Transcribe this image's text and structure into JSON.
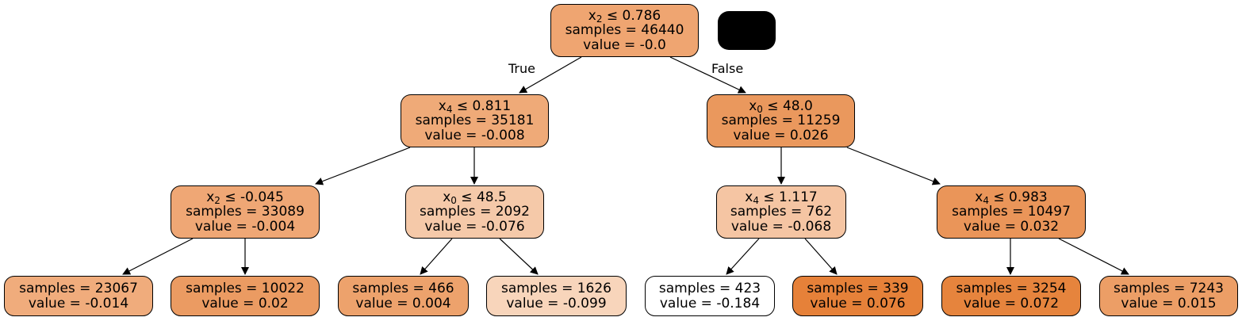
{
  "edge_labels": {
    "true_label": "True",
    "false_label": "False"
  },
  "nodes": [
    {
      "id": "n0",
      "feature": "x",
      "sub": "2",
      "op": "≤",
      "threshold": "0.786",
      "samples": "samples = 46440",
      "value": "value = -0.0",
      "fill": "#efa571"
    },
    {
      "id": "n1",
      "feature": "x",
      "sub": "4",
      "op": "≤",
      "threshold": "0.811",
      "samples": "samples = 35181",
      "value": "value = -0.008",
      "fill": "#efaa78"
    },
    {
      "id": "n2",
      "feature": "x",
      "sub": "0",
      "op": "≤",
      "threshold": "48.0",
      "samples": "samples = 11259",
      "value": "value = 0.026",
      "fill": "#ea985d"
    },
    {
      "id": "n3",
      "feature": "x",
      "sub": "2",
      "op": "≤",
      "threshold": "-0.045",
      "samples": "samples = 33089",
      "value": "value = -0.004",
      "fill": "#efa775"
    },
    {
      "id": "n4",
      "feature": "x",
      "sub": "0",
      "op": "≤",
      "threshold": "48.5",
      "samples": "samples = 2092",
      "value": "value = -0.076",
      "fill": "#f5c9a9"
    },
    {
      "id": "n5",
      "feature": "x",
      "sub": "4",
      "op": "≤",
      "threshold": "1.117",
      "samples": "samples = 762",
      "value": "value = -0.068",
      "fill": "#f5c5a3"
    },
    {
      "id": "n6",
      "feature": "x",
      "sub": "4",
      "op": "≤",
      "threshold": "0.983",
      "samples": "samples = 10497",
      "value": "value = 0.032",
      "fill": "#ea9559"
    },
    {
      "id": "n7",
      "samples": "samples = 23067",
      "value": "value = -0.014",
      "fill": "#f0ac7c"
    },
    {
      "id": "n8",
      "samples": "samples = 10022",
      "value": "value = 0.02",
      "fill": "#eb9b62"
    },
    {
      "id": "n9",
      "samples": "samples = 466",
      "value": "value = 0.004",
      "fill": "#eda26c"
    },
    {
      "id": "n10",
      "samples": "samples = 1626",
      "value": "value = -0.099",
      "fill": "#f8d5bb"
    },
    {
      "id": "n11",
      "samples": "samples = 423",
      "value": "value = -0.184",
      "fill": "#ffffff"
    },
    {
      "id": "n12",
      "samples": "samples = 339",
      "value": "value = 0.076",
      "fill": "#e68139"
    },
    {
      "id": "n13",
      "samples": "samples = 3254",
      "value": "value = 0.072",
      "fill": "#e6843d"
    },
    {
      "id": "n14",
      "samples": "samples = 7243",
      "value": "value = 0.015",
      "fill": "#ec9e66"
    }
  ]
}
